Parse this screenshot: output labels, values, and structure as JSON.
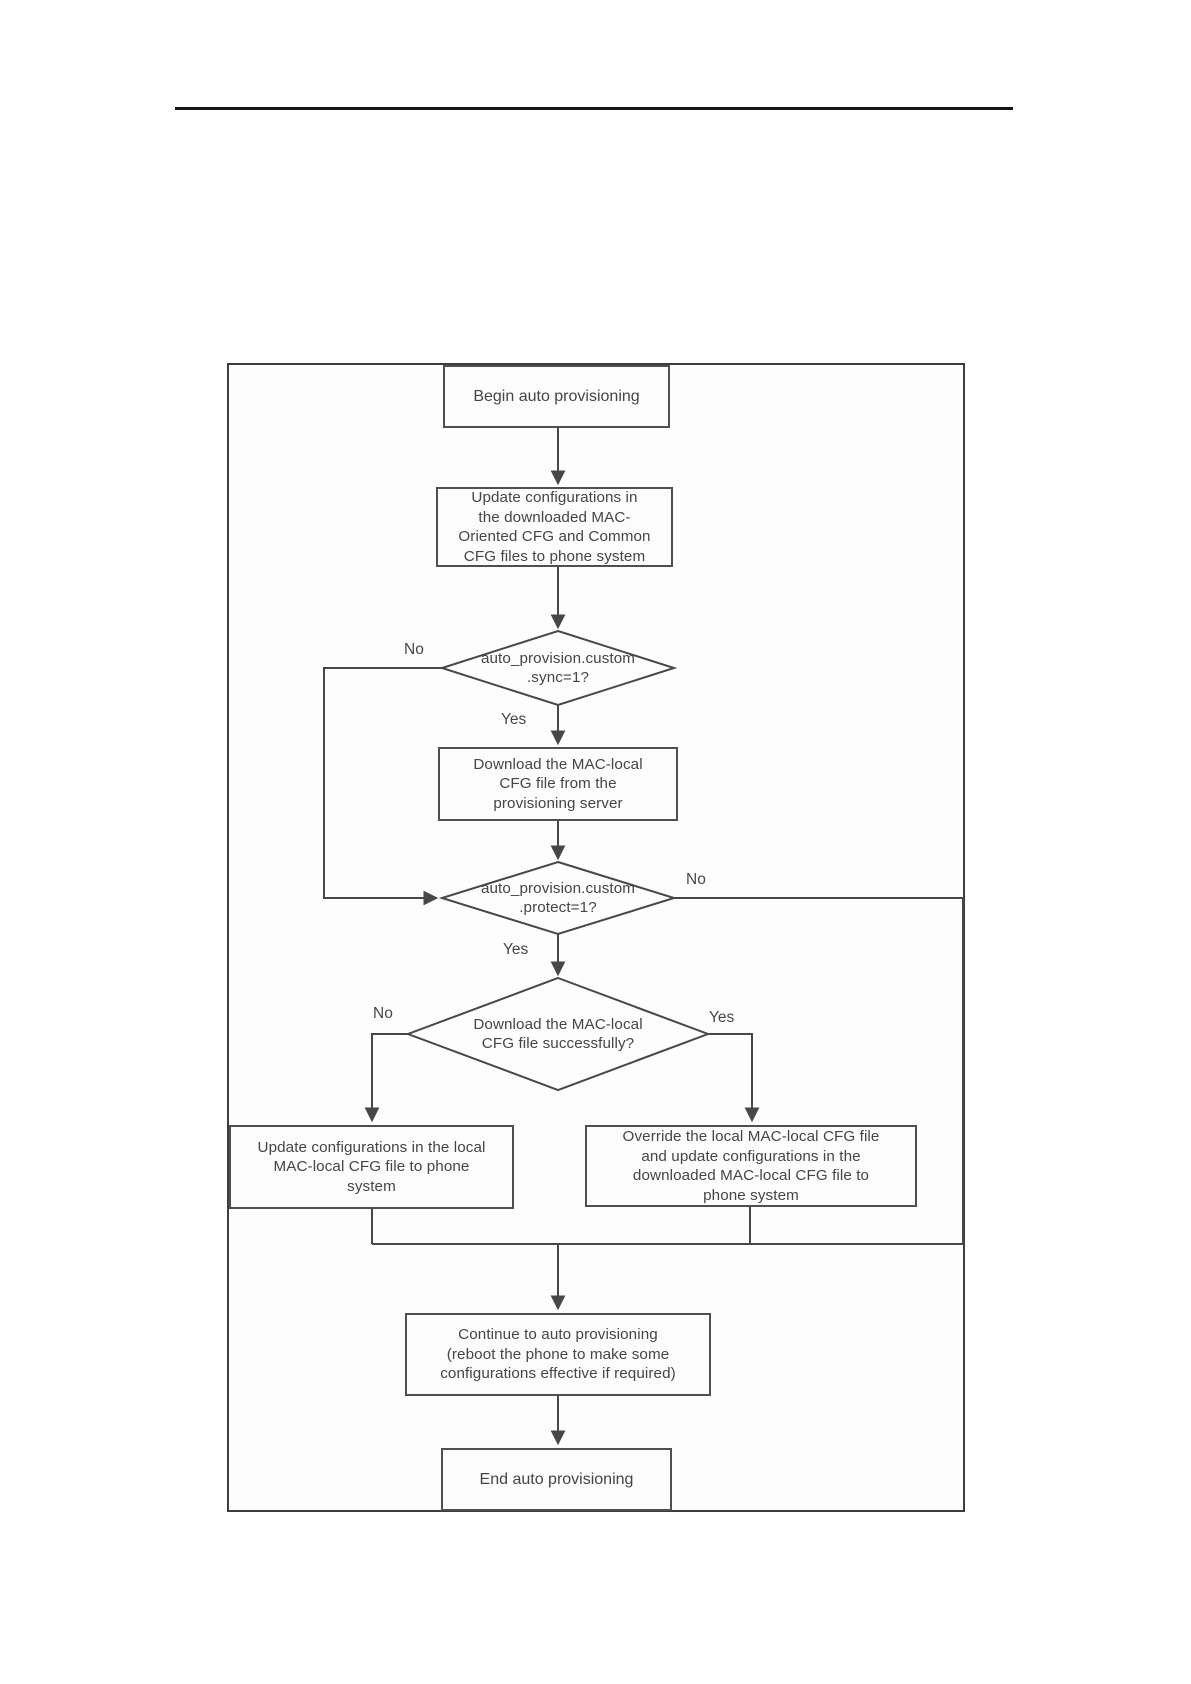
{
  "page": {
    "background_color": "#ffffff",
    "header_rule_color": "#161616"
  },
  "flowchart": {
    "line_color": "#474747",
    "box_border_color": "#4f4f4f",
    "text_color": "#454545",
    "nodes": {
      "begin": {
        "type": "terminator",
        "label": "Begin auto provisioning"
      },
      "update_downloaded": {
        "type": "process",
        "label": "Update configurations in\nthe downloaded MAC-\nOriented CFG and Common\nCFG files to phone system"
      },
      "sync_decision": {
        "type": "decision",
        "label": "auto_provision.custom\n.sync=1?"
      },
      "download": {
        "type": "process",
        "label": "Download the MAC-local\nCFG file from the\nprovisioning server"
      },
      "protect_decision": {
        "type": "decision",
        "label": "auto_provision.custom\n.protect=1?"
      },
      "success_decision": {
        "type": "decision",
        "label": "Download the MAC-local\nCFG file successfully?"
      },
      "update_local": {
        "type": "process",
        "label": "Update configurations in the local\nMAC-local CFG file to phone\nsystem"
      },
      "override_local": {
        "type": "process",
        "label": "Override the local MAC-local CFG file\nand update configurations in the\ndownloaded MAC-local CFG file to\nphone system"
      },
      "continue": {
        "type": "process",
        "label": "Continue to auto provisioning\n(reboot the phone to make some\nconfigurations effective if required)"
      },
      "end": {
        "type": "terminator",
        "label": "End auto provisioning"
      }
    },
    "edges": {
      "sync_no": "No",
      "sync_yes": "Yes",
      "protect_no": "No",
      "protect_yes": "Yes",
      "success_no": "No",
      "success_yes": "Yes"
    }
  }
}
